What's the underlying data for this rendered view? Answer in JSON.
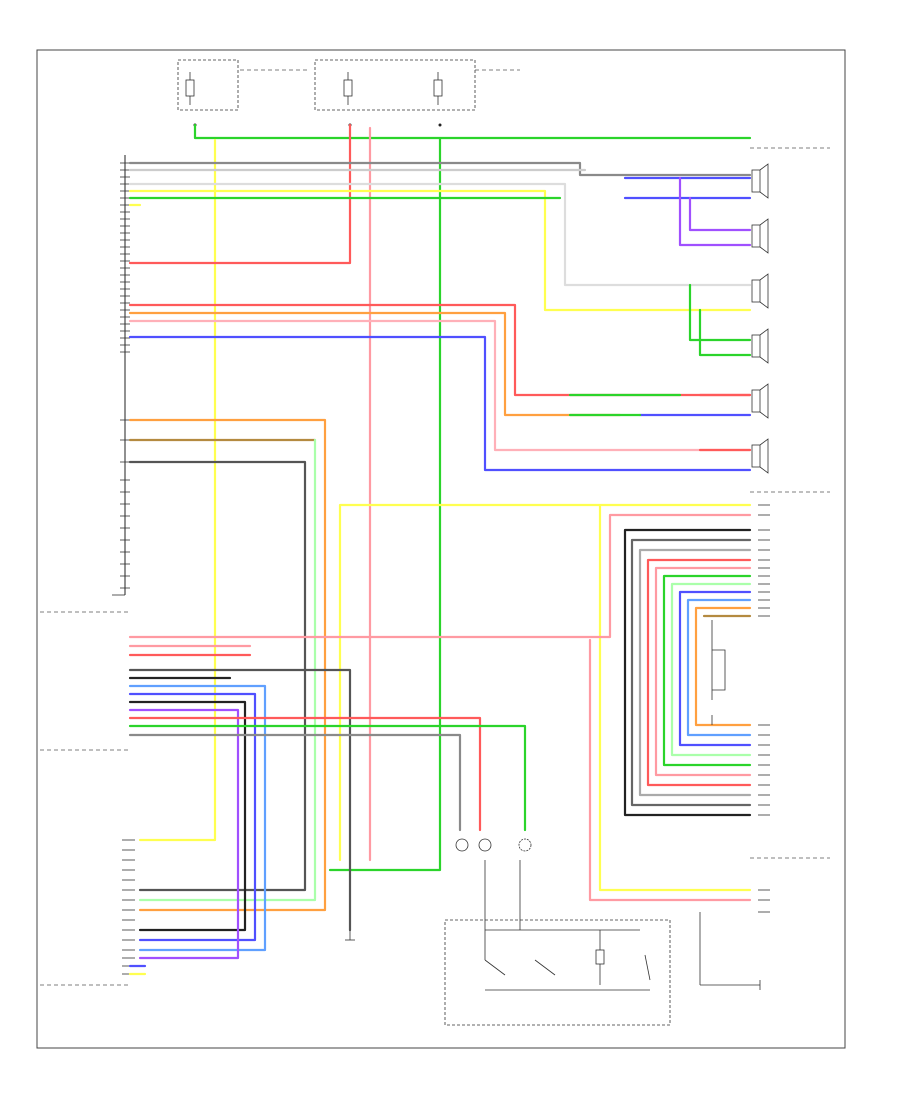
{
  "diagram": {
    "frame_code": "",
    "colors": {
      "green": "#2bd42b",
      "yellow": "#ffff50",
      "red": "#ff5a5a",
      "pink": "#ff9aa2",
      "blue": "#5050ff",
      "violet": "#a050ff",
      "orange": "#ffa040",
      "brown": "#b48a40",
      "gray": "#8a8a8a",
      "black": "#222222",
      "white": "#dddddd",
      "lightblue": "#60a0ff"
    },
    "wires": {
      "green_bus": "green",
      "yellow_feed": "yellow",
      "red_feed": "red",
      "pink_feed": "pink",
      "blue_feed": "blue",
      "violet_feed": "violet",
      "orange_feed": "orange",
      "brown_feed": "brown",
      "gray_feed": "gray",
      "black_feed": "black"
    }
  }
}
